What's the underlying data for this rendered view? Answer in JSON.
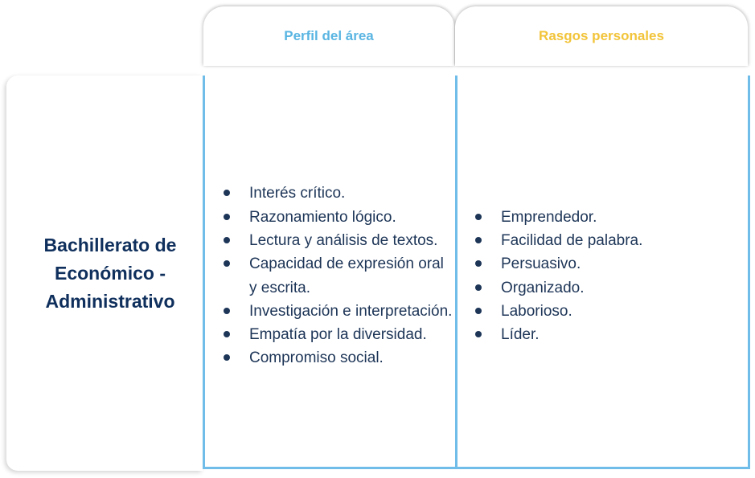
{
  "headers": {
    "perfil": "Perfil del área",
    "rasgos": "Rasgos personales"
  },
  "row": {
    "title": "Bachillerato de Económico - Administrativo"
  },
  "perfil_items": [
    "Interés crítico.",
    "Razonamiento lógico.",
    "Lectura y análisis de textos.",
    "Capacidad de expresión oral y escrita.",
    "Investigación e interpretación.",
    "Empatía por la diversidad.",
    "Compromiso social."
  ],
  "rasgos_items": [
    "Emprendedor.",
    "Facilidad de palabra.",
    "Persuasivo.",
    "Organizado.",
    "Laborioso.",
    "Líder."
  ],
  "colors": {
    "perfil_header": "#5ab5e2",
    "rasgos_header": "#f2c43a",
    "title_text": "#0f2f5c",
    "body_text": "#1d3557",
    "border": "#6fbde8"
  }
}
